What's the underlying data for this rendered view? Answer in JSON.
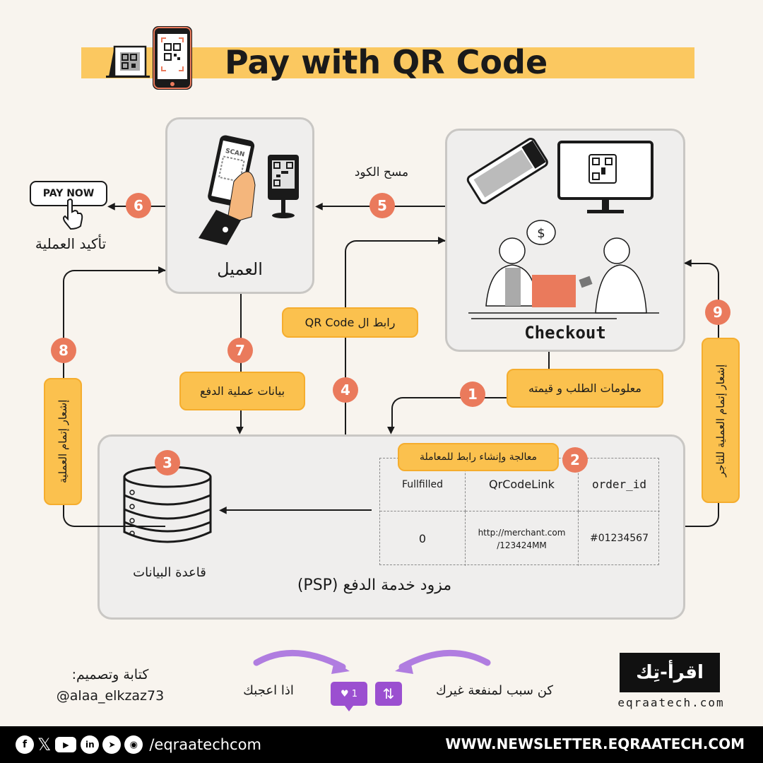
{
  "title": "Pay with QR Code",
  "colors": {
    "accent_yellow": "#fbc14e",
    "title_bar": "#fbc860",
    "badge": "#ea7a5c",
    "panel_bg": "#efeeed",
    "panel_border": "#c9c7c4",
    "purple": "#9b4fd0",
    "footer_bg": "#000000"
  },
  "nodes": {
    "customer": {
      "label": "العميل",
      "phone_screen_text": "SCAN"
    },
    "checkout": {
      "label": "Checkout"
    },
    "psp": {
      "label": "مزود خدمة الدفع (PSP)"
    },
    "database": {
      "label": "قاعدة البيانات"
    },
    "pay_now": {
      "button_label": "PAY NOW",
      "caption": "تأكيد العملية"
    }
  },
  "steps": [
    {
      "number": "1",
      "label": "معلومات الطلب و قيمته"
    },
    {
      "number": "2",
      "label": "معالجة وإنشاء رابط للمعاملة"
    },
    {
      "number": "3",
      "label": ""
    },
    {
      "number": "4",
      "label": "رابط ال QR Code"
    },
    {
      "number": "5",
      "label": "مسح الكود"
    },
    {
      "number": "6",
      "label": "تأكيد العملية"
    },
    {
      "number": "7",
      "label": "بيانات عملية الدفع"
    },
    {
      "number": "8",
      "label": "إشعار إتمام العملية"
    },
    {
      "number": "9",
      "label": "إشعار إتمام العملية للتاجر"
    }
  ],
  "table": {
    "headers": [
      "Fullfilled",
      "QrCodeLink",
      "order_id"
    ],
    "rows": [
      [
        "0",
        "http://merchant.com /123424MM",
        "#01234567"
      ]
    ]
  },
  "credits": {
    "line1": "كتابة وتصميم:",
    "handle": "@alaa_elkzaz73"
  },
  "cta": {
    "right_text": "كن سبب لمنفعة غيرك",
    "left_text": "اذا اعجبك",
    "like_count": "1"
  },
  "brand": {
    "logo_text": "اقرأ-تِك",
    "domain": "eqraatech.com"
  },
  "footer": {
    "social_handle": "/eqraatechcom",
    "social_icons": [
      "facebook-icon",
      "x-icon",
      "youtube-icon",
      "linkedin-icon",
      "telegram-icon",
      "github-icon"
    ],
    "newsletter_url": "WWW.NEWSLETTER.EQRAATECH.COM"
  }
}
